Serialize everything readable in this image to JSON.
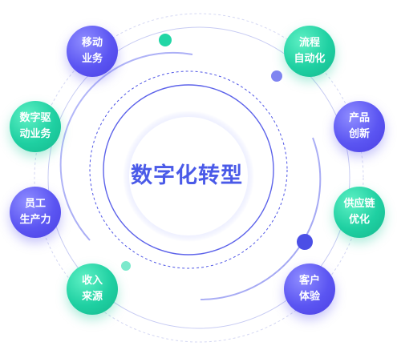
{
  "center": {
    "title": "数字化转型"
  },
  "nodes": [
    {
      "id": "mobile-business",
      "lines": [
        "移动",
        "业务"
      ],
      "theme": "blue"
    },
    {
      "id": "data-driven",
      "lines": [
        "数字驱",
        "动业务"
      ],
      "theme": "green"
    },
    {
      "id": "productivity",
      "lines": [
        "员工",
        "生产力"
      ],
      "theme": "blue"
    },
    {
      "id": "revenue",
      "lines": [
        "收入",
        "来源"
      ],
      "theme": "green"
    },
    {
      "id": "process-automation",
      "lines": [
        "流程",
        "自动化"
      ],
      "theme": "green"
    },
    {
      "id": "product-innovation",
      "lines": [
        "产品",
        "创新"
      ],
      "theme": "blue"
    },
    {
      "id": "supply-chain",
      "lines": [
        "供应链",
        "优化"
      ],
      "theme": "green"
    },
    {
      "id": "customer-experience",
      "lines": [
        "客户",
        "体验"
      ],
      "theme": "blue"
    }
  ],
  "colors": {
    "accent_blue": "#5b55f2",
    "accent_green": "#1fd0a2",
    "title": "#4a5ae8",
    "ring": "#b9bdf5"
  }
}
